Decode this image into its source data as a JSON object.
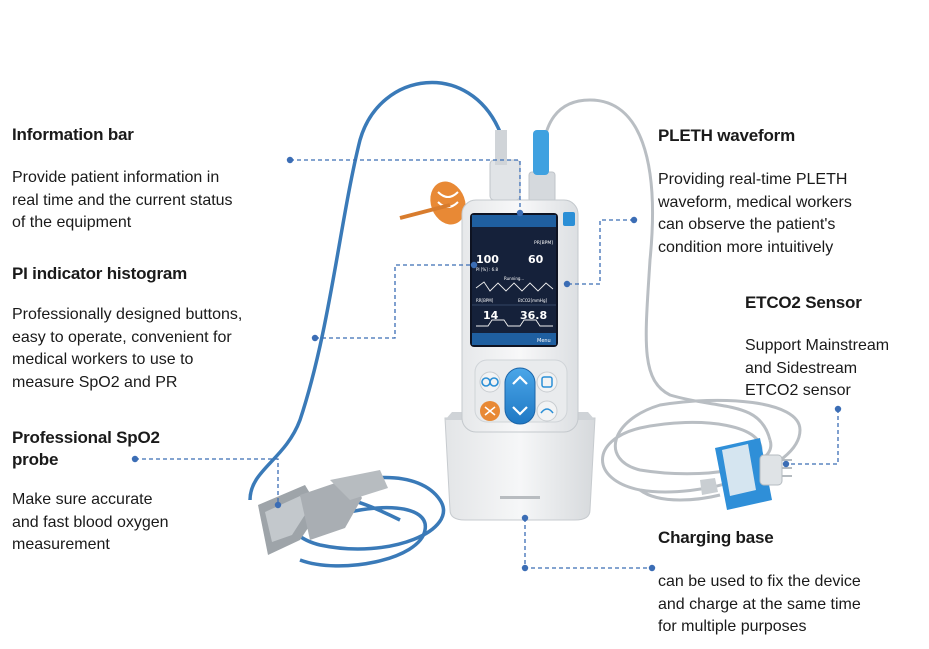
{
  "labels": {
    "info_bar": {
      "title": "Information bar",
      "lines": [
        "Provide patient information in",
        "real time and the current status",
        "of the equipment"
      ]
    },
    "pi_histogram": {
      "title": "PI indicator histogram",
      "lines": [
        "Professionally designed buttons,",
        "easy to operate, convenient for",
        "medical workers to use to",
        "measure SpO2 and PR"
      ]
    },
    "spo2_probe": {
      "title_line1": "Professional SpO2",
      "title_line2": "probe",
      "lines": [
        "Make sure accurate",
        "and fast blood oxygen",
        "measurement"
      ]
    },
    "pleth": {
      "title": "PLETH waveform",
      "lines": [
        "Providing real-time PLETH",
        "waveform, medical workers",
        "can observe the patient's",
        "condition more intuitively"
      ]
    },
    "etco2": {
      "title": "ETCO2 Sensor",
      "lines": [
        "Support Mainstream",
        "and Sidestream",
        "ETCO2 sensor"
      ]
    },
    "charging": {
      "title": "Charging base",
      "lines": [
        "can be used to fix the device",
        "and charge at the same time",
        "for multiple purposes"
      ]
    }
  },
  "screen": {
    "pr_label": "PR[BPM]",
    "pi_label": "PI [%] : 6.8",
    "spo2_value": "100",
    "pr_value": "60",
    "status": "Running...",
    "rr_label": "RR[BPM]",
    "etco2_label": "EtCO2[mmHg]",
    "rr_value": "14",
    "etco2_value": "36.8",
    "menu_label": "Menu"
  },
  "colors": {
    "accent": "#3b6db5",
    "device_blue": "#2b8fd6",
    "screen_bg": "#15213a",
    "cable_blue": "#3a7ab8"
  }
}
